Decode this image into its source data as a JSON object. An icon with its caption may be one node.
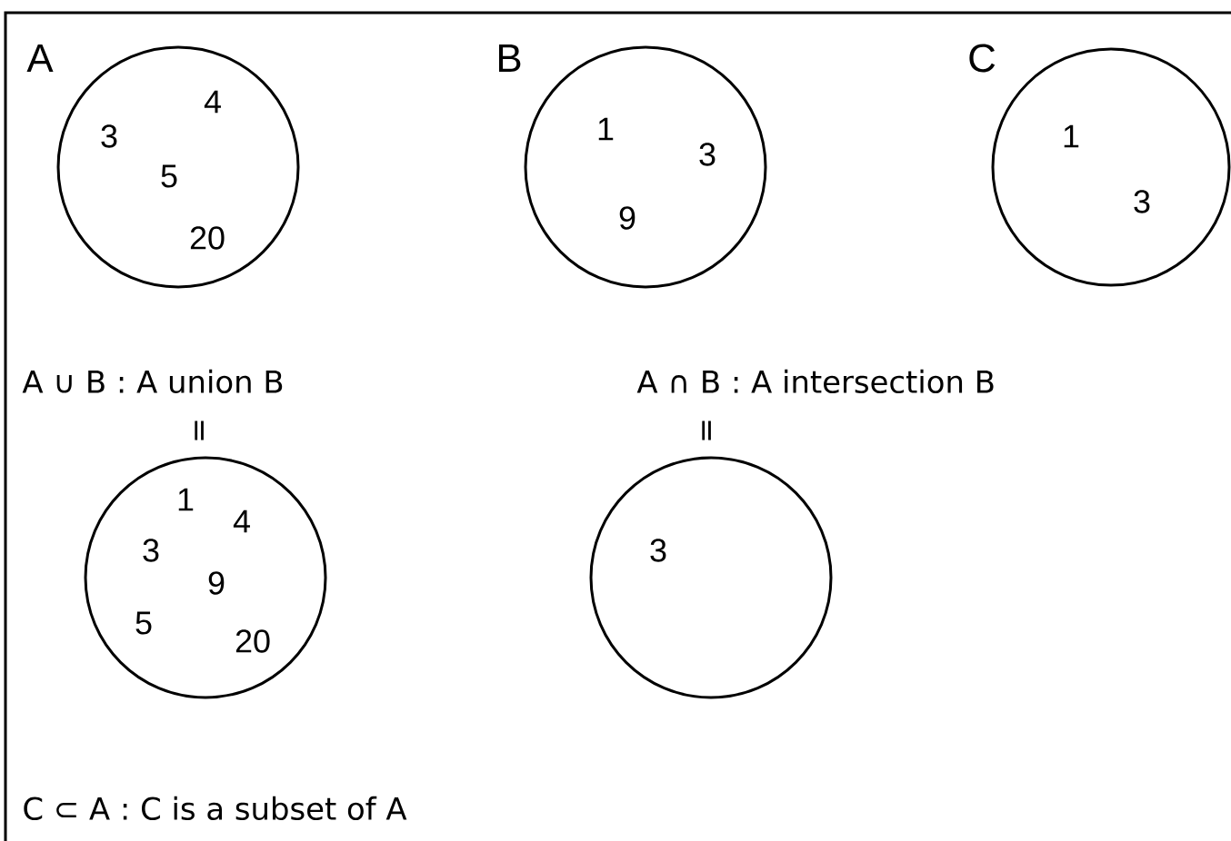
{
  "diagram": {
    "nodes": [
      {
        "text": [
          "A",
          "3",
          "4",
          "5",
          "20"
        ]
      },
      {
        "text": [
          "B",
          "1",
          "3",
          "9"
        ]
      },
      {
        "text": [
          "C",
          "1",
          "3"
        ]
      },
      {
        "text": [
          "1",
          "4",
          "3",
          "9",
          "5",
          "20"
        ]
      },
      {
        "text": [
          "3"
        ]
      }
    ],
    "labels": [
      "A ∪ B : A union B",
      "=",
      "A ∩ B : A intersection B",
      "=",
      "C ⊂ A : C is a subset of A"
    ]
  }
}
